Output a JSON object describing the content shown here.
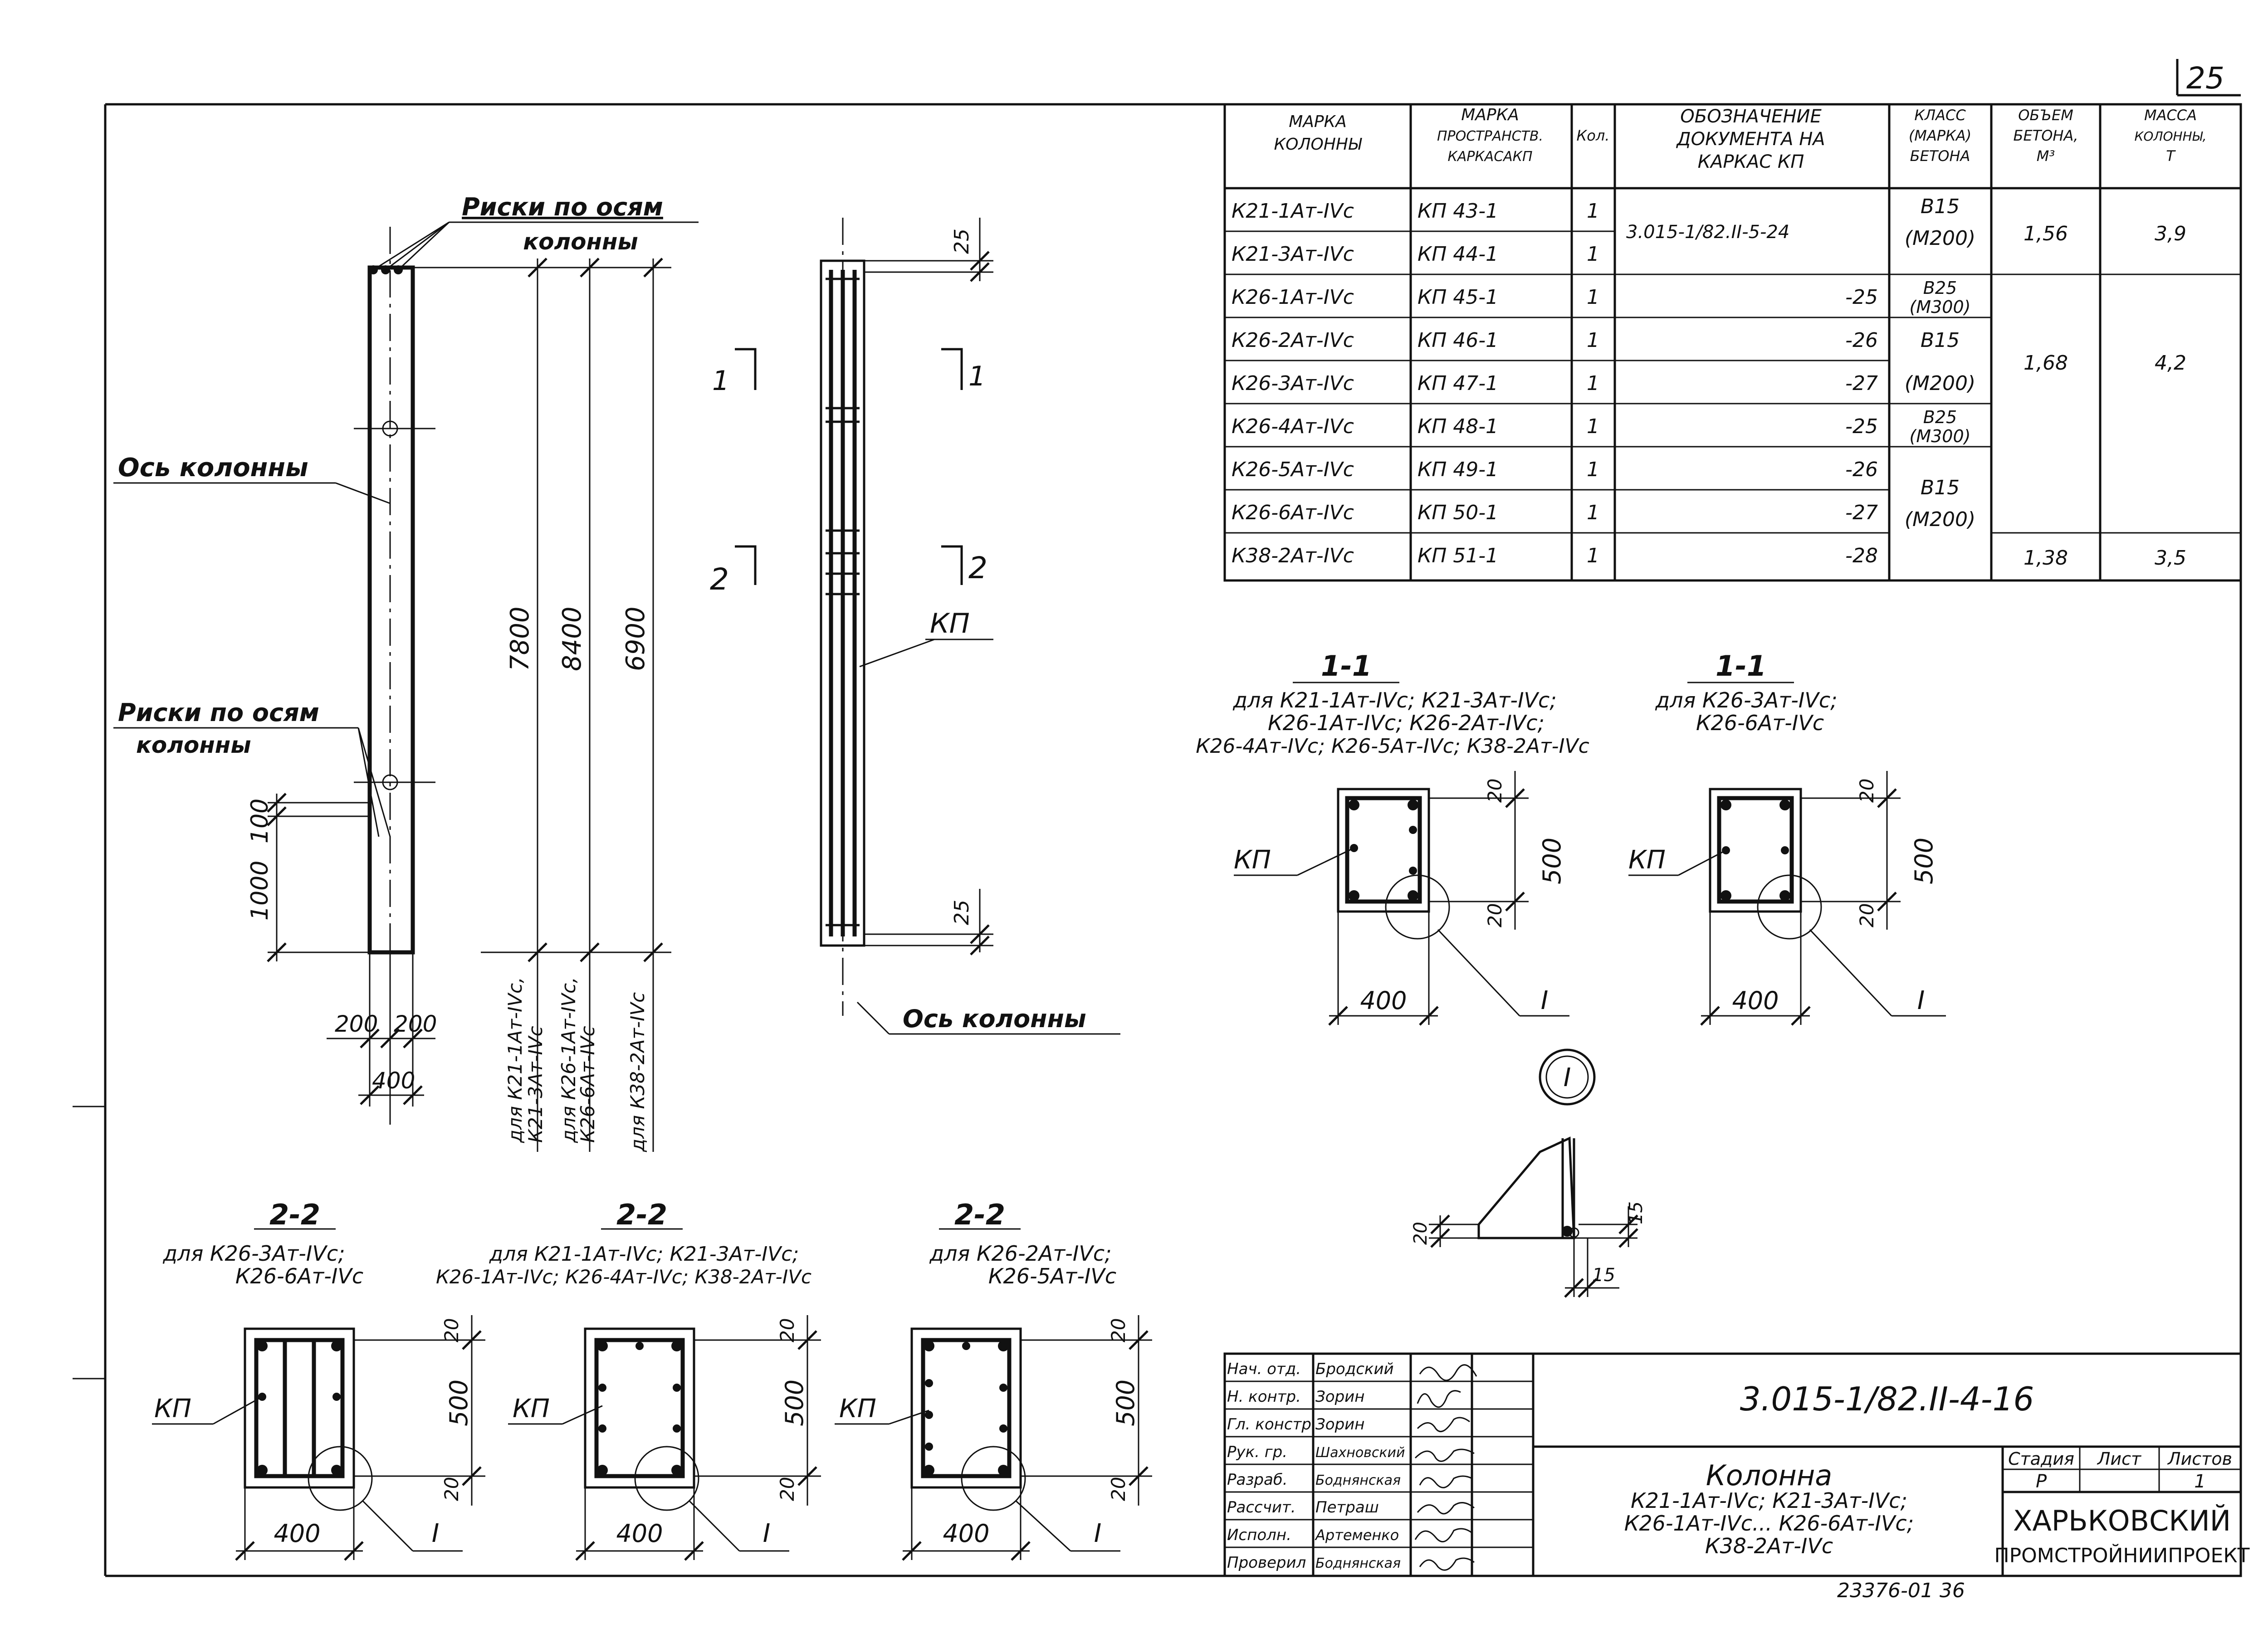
{
  "sheet": {
    "page_number": "25",
    "bottom_note": "23376-01 36"
  },
  "spec_table": {
    "headers": {
      "mark_column": [
        "МАРКА",
        "КОЛОННЫ"
      ],
      "mark_frame": [
        "МАРКА",
        "ПРОСТРАНСТВ.",
        "КАРКАСАКП"
      ],
      "qty": "Кол.",
      "doc": [
        "ОБОЗНАЧЕНИЕ",
        "ДОКУМЕНТА НА",
        "КАРКАС КП"
      ],
      "concrete_class": [
        "КЛАСС",
        "(МАРКА)",
        "БЕТОНА"
      ],
      "volume": [
        "ОБЪЕМ",
        "БЕТОНА,",
        "М³"
      ],
      "mass": [
        "МАССА",
        "КОЛОННЫ,",
        "Т"
      ]
    },
    "rows": [
      {
        "column": "К21-1Ат-IVc",
        "frame": "КП 43-1",
        "qty": "1"
      },
      {
        "column": "К21-3Ат-IVc",
        "frame": "КП 44-1",
        "qty": "1"
      },
      {
        "column": "К26-1Ат-IVc",
        "frame": "КП 45-1",
        "qty": "1"
      },
      {
        "column": "К26-2Ат-IVc",
        "frame": "КП 46-1",
        "qty": "1"
      },
      {
        "column": "К26-3Ат-IVc",
        "frame": "КП 47-1",
        "qty": "1"
      },
      {
        "column": "К26-4Ат-IVc",
        "frame": "КП 48-1",
        "qty": "1"
      },
      {
        "column": "К26-5Ат-IVc",
        "frame": "КП 49-1",
        "qty": "1"
      },
      {
        "column": "К26-6Ат-IVc",
        "frame": "КП 50-1",
        "qty": "1"
      },
      {
        "column": "К38-2Ат-IVc",
        "frame": "КП 51-1",
        "qty": "1"
      }
    ],
    "doc_main": "3.015-1/82.II-5-24",
    "doc_suffixes": [
      "-25",
      "-26",
      "-27",
      "-25",
      "-26",
      "-27",
      "-28"
    ],
    "classes": {
      "b15_a": "В15",
      "m200_a": "(М200)",
      "b25_a": "В25",
      "m300_a": "(М300)",
      "b15_b": "В15",
      "m200_b": "(М200)",
      "b25_b": "В25",
      "m300_b": "(М300)",
      "b15_c": "В15",
      "m200_c": "(М200)"
    },
    "volumes": [
      "1,56",
      "1,68",
      "1,38"
    ],
    "masses": [
      "3,9",
      "4,2",
      "3,5"
    ]
  },
  "elevation": {
    "label_axis_marks_top": [
      "Риски по осям",
      "колонны"
    ],
    "label_axis": "Ось колонны",
    "label_axis_marks_bottom": [
      "Риски по осям",
      "колонны"
    ],
    "dims_height": [
      "7800",
      "8400",
      "6900"
    ],
    "dim_1000": "1000",
    "dim_100": "100",
    "dim_200_left": "200",
    "dim_200_right": "200",
    "dim_400": "400",
    "for_labels": [
      [
        "для К21-1Ат-IVc,",
        "К21-3Ат-IVc"
      ],
      [
        "для К26-1Ат-IVc,",
        "К26-6Ат-IVc"
      ],
      [
        "для К38-2Ат-IVc"
      ]
    ]
  },
  "frame_view": {
    "dim_top": "25",
    "dim_bottom": "25",
    "cut1_left": "1",
    "cut1_right": "1",
    "cut2_left": "2",
    "cut2_right": "2",
    "kp_label": "КП",
    "axis_label": "Ось колонны"
  },
  "sections_1": [
    {
      "title": "1-1",
      "subtitle": [
        "для К21-1Ат-IVc; К21-3Ат-IVc;",
        "К26-1Ат-IVc; К26-2Ат-IVc;",
        "К26-4Ат-IVc; К26-5Ат-IVc; К38-2Ат-IVc"
      ],
      "kp": "КП",
      "d500": "500",
      "d20a": "20",
      "d20b": "20",
      "d400": "400",
      "node": "I"
    },
    {
      "title": "1-1",
      "subtitle": [
        "для К26-3Ат-IVc;",
        "К26-6Ат-IVc"
      ],
      "kp": "КП",
      "d500": "500",
      "d20a": "20",
      "d20b": "20",
      "d400": "400",
      "node": "I"
    }
  ],
  "node_detail": {
    "mark": "I",
    "d20": "20",
    "d15a": "15",
    "d15b": "15"
  },
  "sections_2": [
    {
      "title": "2-2",
      "subtitle": [
        "для К26-3Ат-IVc;",
        "К26-6Ат-IVc"
      ],
      "kp": "КП",
      "d500": "500",
      "d20a": "20",
      "d20b": "20",
      "d400": "400",
      "node": "I"
    },
    {
      "title": "2-2",
      "subtitle": [
        "для К21-1Ат-IVc; К21-3Ат-IVc;",
        "К26-1Ат-IVc; К26-4Ат-IVc; К38-2Ат-IVc"
      ],
      "kp": "КП",
      "d500": "500",
      "d20a": "20",
      "d20b": "20",
      "d400": "400",
      "node": "I"
    },
    {
      "title": "2-2",
      "subtitle": [
        "для К26-2Ат-IVc;",
        "К26-5Ат-IVc"
      ],
      "kp": "КП",
      "d500": "500",
      "d20a": "20",
      "d20b": "20",
      "d400": "400",
      "node": "I"
    }
  ],
  "title_block": {
    "roles": [
      "Нач. отд.",
      "Н. контр.",
      "Гл. констр.",
      "Рук. гр.",
      "Разраб.",
      "Рассчит.",
      "Исполн.",
      "Проверил"
    ],
    "names": [
      "Бродский",
      "Зорин",
      "Зорин",
      "Шахновский",
      "Боднянская",
      "Петраш",
      "Артеменко",
      "Боднянская"
    ],
    "doc_number": "3.015-1/82.II-4-16",
    "element_title": [
      "Колонна",
      "К21-1Ат-IVc; К21-3Ат-IVc;",
      "К26-1Ат-IVc... К26-6Ат-IVc;",
      "К38-2Ат-IVc"
    ],
    "stage_label": "Стадия",
    "sheet_label": "Лист",
    "sheets_label": "Листов",
    "stage_value": "Р",
    "sheet_value": "",
    "sheets_value": "1",
    "org": [
      "ХАРЬКОВСКИЙ",
      "ПРОМСТРОЙНИИПРОЕКТ"
    ]
  }
}
